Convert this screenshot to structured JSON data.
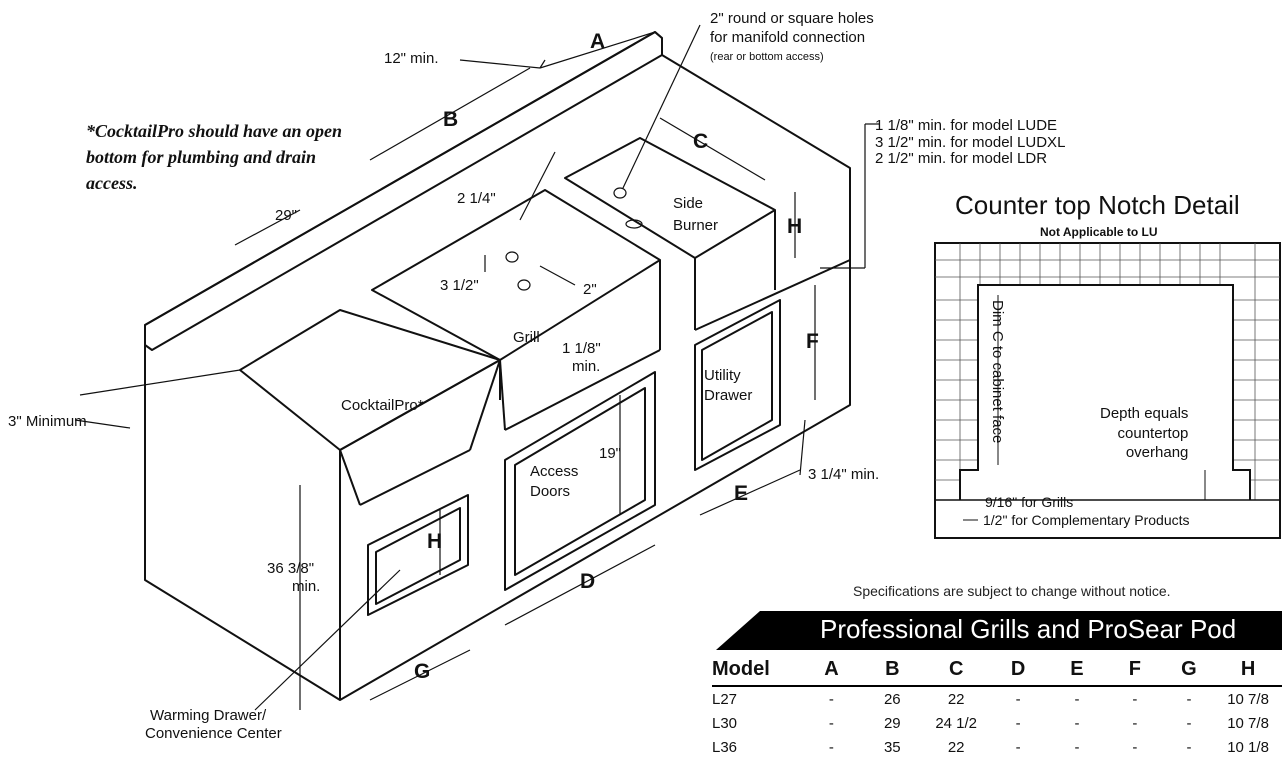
{
  "dimension_letters": {
    "a": "A",
    "b": "B",
    "c": "C",
    "d": "D",
    "e": "E",
    "f": "F",
    "g": "G",
    "h_top": "H",
    "h_drawer": "H"
  },
  "labels": {
    "manifold_line1": "2\" round or square holes",
    "manifold_line2": "for manifold connection",
    "manifold_line3": "(rear or bottom access)",
    "twelve_min": "12\" min.",
    "note": "*CocktailPro should have an open bottom for plumbing and drain access.",
    "twenty_nine": "29\"",
    "two_quarter": "2 1/4\"",
    "three_half": "3 1/2\"",
    "two_inch": "2\"",
    "side_burner": "Side Burner",
    "grill": "Grill",
    "one_eighth_min_a": "1 1/8\"",
    "one_eighth_min_b": "min.",
    "utility_drawer": "Utility Drawer",
    "cocktailpro": "CocktailPro*",
    "three_minimum": "3\" Minimum",
    "access_doors": "Access Doors",
    "nineteen": "19\"",
    "three_quarter_min": "3 1/4\" min.",
    "thirty_six_a": "36 3/8\"",
    "thirty_six_b": "min.",
    "warming_a": "Warming Drawer/",
    "warming_b": "Convenience Center"
  },
  "model_notes": [
    "1 1/8\" min. for model LUDE",
    "3 1/2\" min. for model LUDXL",
    "2 1/2\" min. for model LDR"
  ],
  "notch_detail": {
    "title": "Counter top Notch Detail",
    "subtitle": "Not Applicable to LU",
    "vertical_label": "Dim C to cabinet face",
    "depth_line1": "Depth equals",
    "depth_line2": "countertop",
    "depth_line3": "overhang",
    "grills_note": "9/16\" for Grills",
    "products_note": "1/2\" for Complementary Products"
  },
  "spec_note": "Specifications are subject to change without notice.",
  "table": {
    "title": "Professional Grills and ProSear Pod",
    "headers": [
      "Model",
      "A",
      "B",
      "C",
      "D",
      "E",
      "F",
      "G",
      "H"
    ],
    "rows": [
      [
        "L27",
        "-",
        "26",
        "22",
        "-",
        "-",
        "-",
        "-",
        "10 7/8"
      ],
      [
        "L30",
        "-",
        "29",
        "24 1/2",
        "-",
        "-",
        "-",
        "-",
        "10 7/8"
      ],
      [
        "L36",
        "-",
        "35",
        "22",
        "-",
        "-",
        "-",
        "-",
        "10 1/8"
      ]
    ]
  }
}
